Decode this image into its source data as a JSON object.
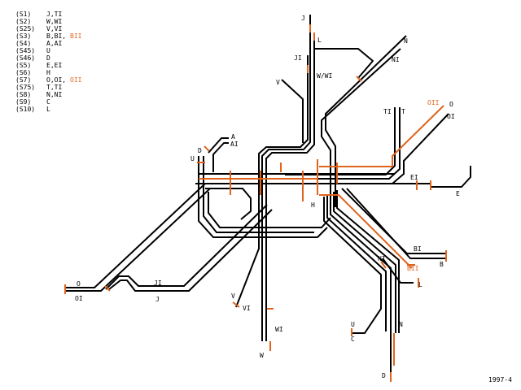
{
  "legend": [
    {
      "code": "(S1)",
      "routes": "J,TI",
      "extra": ""
    },
    {
      "code": "(S2)",
      "routes": "W,WI",
      "extra": ""
    },
    {
      "code": "(S25)",
      "routes": "V,VI",
      "extra": ""
    },
    {
      "code": "(S3)",
      "routes": "B,BI,",
      "extra": "BII"
    },
    {
      "code": "(S4)",
      "routes": "A,AI",
      "extra": ""
    },
    {
      "code": "(S45)",
      "routes": "U",
      "extra": ""
    },
    {
      "code": "(S46)",
      "routes": "D",
      "extra": ""
    },
    {
      "code": "(S5)",
      "routes": "E,EI",
      "extra": ""
    },
    {
      "code": "(S6)",
      "routes": "H",
      "extra": ""
    },
    {
      "code": "(S7)",
      "routes": "O,OI,",
      "extra": "OII"
    },
    {
      "code": "(S75)",
      "routes": "T,TI",
      "extra": ""
    },
    {
      "code": "(S8)",
      "routes": "N,NI",
      "extra": ""
    },
    {
      "code": "(S9)",
      "routes": "C",
      "extra": ""
    },
    {
      "code": "(S10)",
      "routes": "L",
      "extra": ""
    }
  ],
  "labels": {
    "J_top": "J",
    "L_top": "L",
    "N_top": "N",
    "NI_top": "NI",
    "JI": "JI",
    "W_WI": "W/WI",
    "V_top": "V",
    "TI": "TI",
    "T": "T",
    "OII": "OII",
    "O_right": "O",
    "OI_right": "OI",
    "A": "A",
    "AI": "AI",
    "D_top": "D",
    "U_top": "U",
    "EI": "EI",
    "E": "E",
    "H": "H",
    "BI": "BI",
    "BII": "BII",
    "B": "B",
    "NI_mid": "NI",
    "L_mid": "L",
    "O_left": "O",
    "OI_left": "OI",
    "JI_low": "JI",
    "J_low": "J",
    "V_low": "V",
    "VI": "VI",
    "WI": "WI",
    "W_bottom": "W",
    "U_bottom": "U",
    "C": "C",
    "N_bottom": "N",
    "D_bottom": "D"
  },
  "date": "1997-4",
  "colors": {
    "track": "#000000",
    "highlight": "#e0641e",
    "background": "#ffffff"
  }
}
